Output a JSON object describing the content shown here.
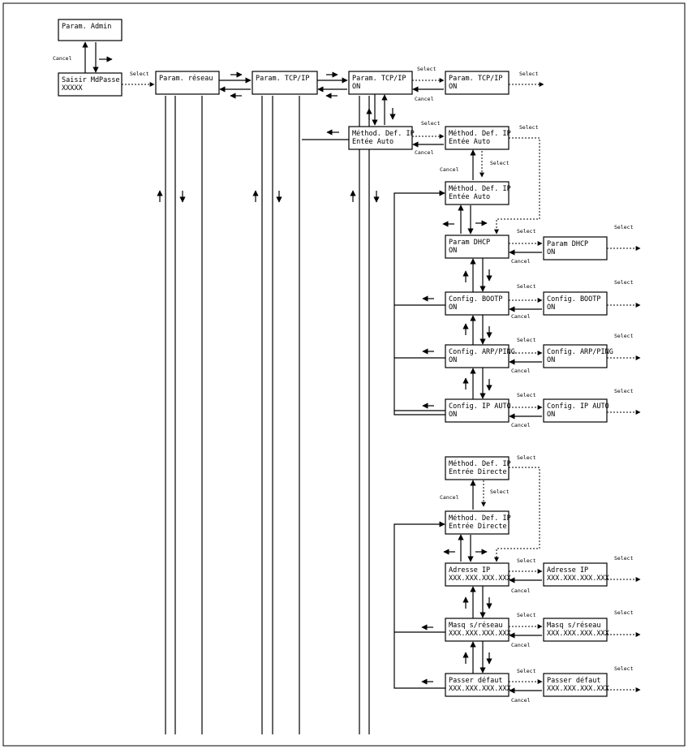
{
  "colors": {
    "ink": "#000000",
    "paper": "#ffffff"
  },
  "labels": {
    "select": "Select",
    "cancel": "Cancel"
  },
  "boxes": {
    "admin": [
      "Param. Admin",
      ""
    ],
    "mdp": [
      "Saisir MdPasse",
      "XXXXX"
    ],
    "reseau": [
      "Param. réseau",
      ""
    ],
    "tcpip1": [
      "Param. TCP/IP",
      ""
    ],
    "tcpip2": [
      "Param. TCP/IP",
      "ON"
    ],
    "tcpip3": [
      "Param. TCP/IP",
      "ON"
    ],
    "meth1": [
      "Méthod. Def. IP",
      "Entée Auto"
    ],
    "meth2": [
      "Méthod. Def. IP",
      "Entée Auto"
    ],
    "meth3": [
      "Méthod. Def. IP",
      "Entée Auto"
    ],
    "dhcp": [
      "Param DHCP",
      "ON"
    ],
    "dhcp2": [
      "Param DHCP",
      "ON"
    ],
    "bootp": [
      "Config. BOOTP",
      "ON"
    ],
    "bootp2": [
      "Config. BOOTP",
      "ON"
    ],
    "arp": [
      "Config. ARP/PING",
      "ON"
    ],
    "arp2": [
      "Config. ARP/PING",
      "ON"
    ],
    "ipauto": [
      "Config. IP AUTO",
      "ON"
    ],
    "ipauto2": [
      "Config. IP AUTO",
      "ON"
    ],
    "methd1": [
      "Méthod. Def. IP",
      "Entrée Directe"
    ],
    "methd2": [
      "Méthod. Def. IP",
      "Entrée Directe"
    ],
    "adresse": [
      "Adresse IP",
      "XXX.XXX.XXX.XXX"
    ],
    "adresse2": [
      "Adresse IP",
      "XXX.XXX.XXX.XXX"
    ],
    "masq": [
      "Masq s/réseau",
      "XXX.XXX.XXX.XXX"
    ],
    "masq2": [
      "Masq s/réseau",
      "XXX.XXX.XXX.XXX"
    ],
    "passer": [
      "Passer défaut",
      "XXX.XXX.XXX.XXX"
    ],
    "passer2": [
      "Passer défaut",
      "XXX.XXX.XXX.XXX"
    ]
  }
}
